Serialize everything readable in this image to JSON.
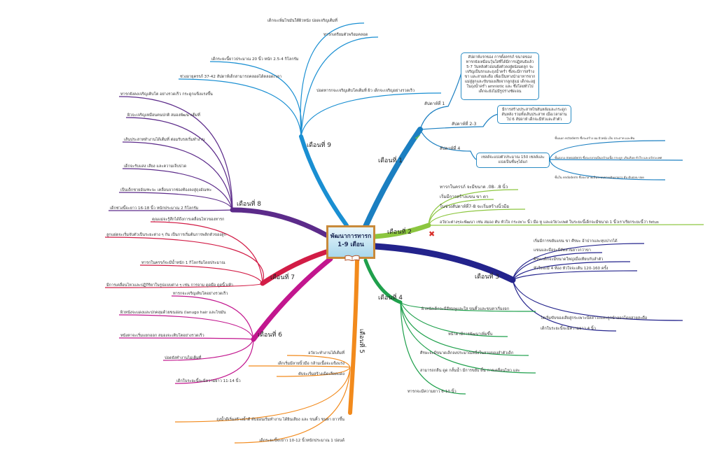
{
  "center": {
    "title": "พัฒนาการทารก 1-9 เดือน"
  },
  "colors": {
    "m1": "#1b7fc1",
    "m2": "#8cc63f",
    "m3": "#23238c",
    "m4": "#1fa04c",
    "m5": "#f28a1c",
    "m6": "#c2168e",
    "m7": "#d21c46",
    "m8": "#5c2b8a",
    "m9": "#1a8fd2"
  },
  "m1": {
    "label": "เดือนที่ 1",
    "icon": "check-icon",
    "w1": "สัปดาห์ที่ 1",
    "w1_box": "สัปดาห์แรกของ การตั้งครรภ์ ขนาดของทารกยังเหมือนวุ้นใสที่ได้มีการปฏิสนธิแล้ว 5-7 วันหลังตัวอ่อนฝังตัวลงสู่ผนังมดลูก จะเจริญเป็นรกและถุงน้ำคร่ำ ซึ่งจะมีการสร้าง ขา และสายสะดือ เพื่อเป็นทางนำอาหารจากแม่สู่ลูกและขับของเสียจากลูกสู่แม่ เด็กจะอยู่ในถุงน้ำคร่ำ amniotic และ ซึ่งโดยทั่วไปเด็กจะยังไม่มีรูปร่างชัดเจน",
    "w23": "สัปดาห์ที่ 2-3",
    "w23_box": "มีการสร้างประสาทไขสันหลังและกระดูกสันหลัง รวมทั้งเส้นประสาท เมื่อเวลาผ่านไป 6 สัปดาห์ เด็กจะมีหัวและลำตัว",
    "w4": "สัปดาห์ที่ 4",
    "w4_box": "เซลล์จะแบ่งตัวประมาณ 150 เซลล์และแบ่งเป็นชั้นๆได้แก่",
    "layers": [
      "ชั้นนอก ectoderm ซึ่งจะสร้าง ผม ผิวหนัง เล็บ ประสาท และฟัน",
      "ชั้นกลาง mesoderm ซึ่งจะกลายเป็นกล้ามเนื้อ กระดูก เส้นเลือด หัวใจ และอวัยวะเพศ",
      "ชั้นใน endoderm ซึ่งจะกลายเป็นระบบทางเดินอาหาร ตับ ตับอ่อน ปอด"
    ]
  },
  "m2": {
    "label": "เดือนที่ 2",
    "icon": "cross-icon",
    "items": [
      "ทารกในครรภ์ จะมีขนาด .08- .8 นิ้ว",
      "เริ่มมีการสร้างแขน ขา ตา",
      "ในช่วงสัปดาห์ที่7-8 จะเริ่มสร้างนิ้วมือ",
      "อวัยวะต่างๆจะพัฒนา เช่น สมอง ตับ หัวใจ กระเพาะ นิ้ว มือ หู และอวัยวะเพศ ในระยะนี้เด็กจะมีขนาด 1 นิ้วเราเรียกระยะนี้ว่า fetus"
    ]
  },
  "m3": {
    "label": "เดือนที่ 3",
    "items": [
      "เริ่มมีการขยับแขน ขา ศีรษะ อ้าปากและหุบปากได้",
      "แขนและมือจะมีสัดส่วนยาวกว่าขา",
      "ศีรษะเด็กจะมีขนาดใหญ่เมื่อเทียบกับลำตัว",
      "หัวใจจะมี 4 ห้อง หัวใจจะเต้น 120-160 ครั้ง",
      "ไตเริ่มขับของเสียสู่กระเพาะปัสสาวะและถูกนำออกโดยสายสะดือ",
      "เด็กในระยะนี้จะมีความยาว 4 นิ้ว"
    ]
  },
  "m4": {
    "label": "เดือนที่ 4",
    "items": [
      "ผิวหนังเด็กจะมีสีชมพูและใส ขนคิ้วและขนตาเริ่มงอก",
      "หน้าตามีการพัฒนาเพิ่มขึ้น",
      "ศีรษะจะมีขนาดเล็กลงประมาณหนึ่งในสามของลำตัวเด็ก",
      "สามารถกลืน ดูด กลั้นน้ำ มีการขยับ ดิ้น การเคลื่อนไหว และ",
      "ทารกจะมีความยาว 6-10 นิ้ว"
    ]
  },
  "m5": {
    "label": "เดือนที่ 5",
    "items": [
      "อวัยวะทำงานได้เต็มที่",
      "เด็กเริ่มมีลายนิ้วมือ กล้ามเนื้อจะแข็งแรง",
      "ตับจะเริ่มสร้างเม็ดเลือดแดง",
      "ถุงน้ำดีเริ่มสร้างน้ำดี ตับอ่อนเริ่มทำงาน ได้ยินเสียง และ ขนคิ้ว ขนตา ยาวขึ้น",
      "เด็กระยะนี้จะยาว 10-12 นิ้วหนักประมาณ 1 ปอนด์"
    ]
  },
  "m6": {
    "label": "เดือนที่ 6",
    "items": [
      "ทารกจะเจริญเติบโตอย่างรวดเร็ว",
      "ผิวหนังจะแดงและปกคลุมด้วยขนอ่อน (lanugo hair และไขมัน",
      "หนังตาจะเริ่มแยกออก สมองจะเติบโตอย่างรวดเร็ว",
      "ปอดยังทำงานไม่เต็มที่",
      "เด็กในระยะนี้จะมีความยาว 11-14 นิ้ว"
    ]
  },
  "m7": {
    "label": "เดือนที่ 7",
    "items": [
      "คุณแม่จะรู้สึกได้ถึงการเคลื่อนไหวของทารก",
      "ลูกแฝดจะเริ่มจับตัวเป็นระยะต่าง ๆ กัน เป็นการเริ่มต้นการพลิกตัวของลูก",
      "ทารกในครรภ์จะมีน้ำหนัก 1 กิโลกรัมโดยประมาณ",
      "มีการเคลื่อนไหวและปฏิกิริยาในรูปแบบต่าง ๆ เช่น การจาม ดูดมือ ดูดนิ้วเท้า"
    ]
  },
  "m8": {
    "label": "เดือนที่ 8",
    "items": [
      "ทารกยังคงเจริญเติบโต อย่างรวดเร็ว กระดูกแข็งแรงขึ้น",
      "ผิวจะเจริญเหมือนคนปกติ สมองพัฒนาเต็มที่",
      "เส้นประสาททำงานได้เต็มที่ ต่อมรับรสเริ่มทำงาน",
      "เด็กจะรับแสง เสียง และความเจ็บปวด",
      "เป็นเด็กชายอัณฑะจะ เคลื่อนจากช่องท้องลงสู่ถุงอัณฑะ",
      "เด็กช่วงนี้จะยาว 16-18 นิ้ว หนักประมาณ 2 กิโลกรัม"
    ]
  },
  "m9": {
    "label": "เดือนที่ 9",
    "items": [
      "ช่วงอายุครรภ์ 37-42 สัปดาห์เด็กสามารถคลอดได้ตลอดเวลา",
      "เด็กระยะนี้ยาวประมาณ 20 นิ้ว หนัก 2.5-4 กิโลกรัม",
      "เด็กจะเพิ่มไขมันใต้ผิวหนัง ปอดเจริญเต็มที่",
      "ทารกเตรียมตัวพร้อมคลอด",
      "ปอดทารกจะเจริญเติบโตเต็มที่ ผิว เด็กจะเจริญอย่างรวดเร็ว"
    ]
  }
}
